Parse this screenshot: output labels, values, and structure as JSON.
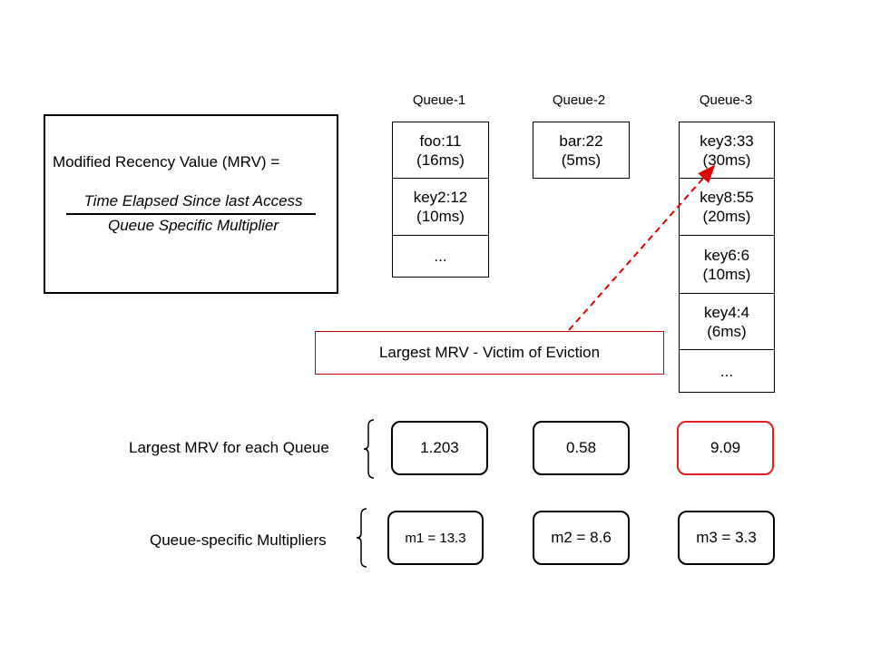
{
  "formula": {
    "label": "Modified Recency Value (MRV) =",
    "numerator": "Time Elapsed Since last Access",
    "denominator": "Queue Specific Multiplier"
  },
  "queues": [
    {
      "title": "Queue-1",
      "cells": [
        {
          "key": "foo:11",
          "time": "(16ms)"
        },
        {
          "key": "key2:12",
          "time": "(10ms)"
        },
        {
          "key": "...",
          "time": ""
        }
      ]
    },
    {
      "title": "Queue-2",
      "cells": [
        {
          "key": "bar:22",
          "time": "(5ms)"
        }
      ]
    },
    {
      "title": "Queue-3",
      "cells": [
        {
          "key": "key3:33",
          "time": "(30ms)"
        },
        {
          "key": "key8:55",
          "time": "(20ms)"
        },
        {
          "key": "key6:6",
          "time": "(10ms)"
        },
        {
          "key": "key4:4",
          "time": "(6ms)"
        },
        {
          "key": "...",
          "time": ""
        }
      ]
    }
  ],
  "eviction_label": "Largest MRV - Victim of Eviction",
  "largest_mrv": {
    "label": "Largest MRV for each Queue",
    "values": [
      "1.203",
      "0.58",
      "9.09"
    ]
  },
  "multipliers": {
    "label": "Queue-specific Multipliers",
    "values": [
      "m1 = 13.3",
      "m2 = 8.6",
      "m3 = 3.3"
    ]
  },
  "colors": {
    "highlight": "#e02020",
    "eviction_border": "#cc0000",
    "arrow": "#e00000"
  }
}
